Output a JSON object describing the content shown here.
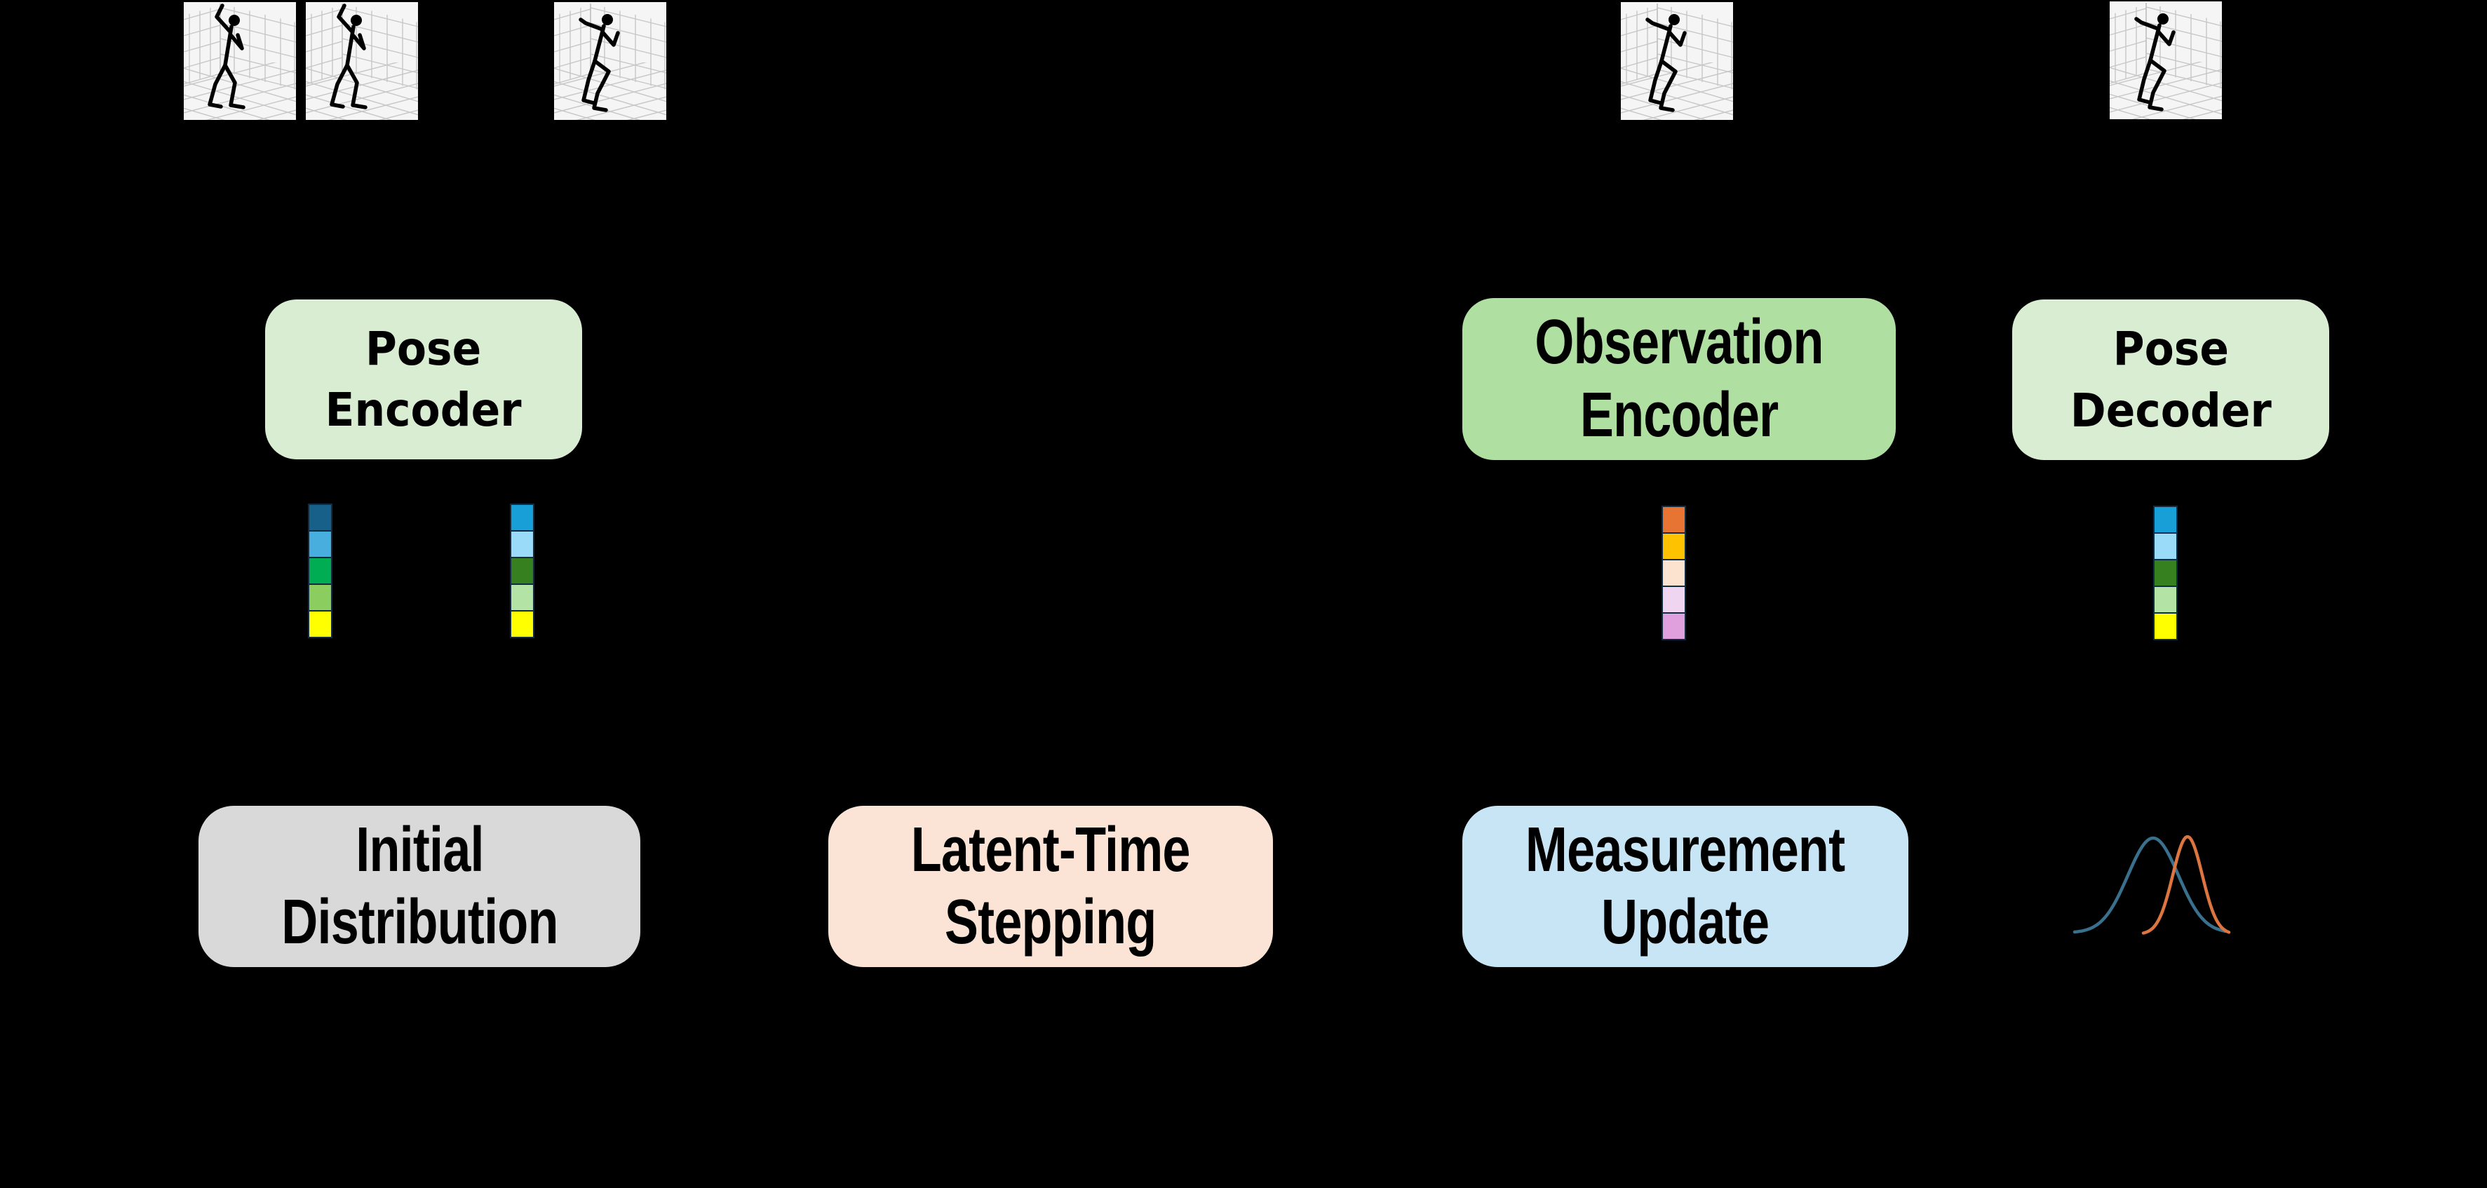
{
  "figure": {
    "background": "#000000"
  },
  "boxes": {
    "pose_encoder": {
      "label": "Pose\nEncoder",
      "fill": "#d8edd1"
    },
    "initial_distribution": {
      "label": "Initial\nDistribution",
      "fill": "#d9d9d9"
    },
    "latent_time_stepping": {
      "label": "Latent-Time\nStepping",
      "fill": "#fbe4d5"
    },
    "observation_encoder": {
      "label": "Observation\nEncoder",
      "fill": "#afe0a2"
    },
    "measurement_update": {
      "label": "Measurement\nUpdate",
      "fill": "#c7e5f4"
    },
    "pose_decoder": {
      "label": "Pose\nDecoder",
      "fill": "#d8edd1"
    }
  },
  "latent_bars": [
    {
      "id": "pose-latent-bar-1",
      "cells": [
        "#17608a",
        "#47aede",
        "#00ad52",
        "#8ccd60",
        "#ffff00"
      ]
    },
    {
      "id": "pose-latent-bar-2",
      "cells": [
        "#189fd8",
        "#99dbf8",
        "#37801f",
        "#b3e3a5",
        "#ffff00"
      ]
    },
    {
      "id": "observation-latent-bar",
      "cells": [
        "#e77433",
        "#fec200",
        "#fbe3cf",
        "#efd5f0",
        "#dfa0dd"
      ]
    },
    {
      "id": "decoded-latent-bar",
      "cells": [
        "#189fd8",
        "#99dbf8",
        "#37801f",
        "#b3e3a5",
        "#ffff00"
      ]
    }
  ],
  "bar_border_color": "#0f2c44",
  "pose_panels": [
    {
      "variant": "dance"
    },
    {
      "variant": "dance"
    },
    {
      "variant": "crouch"
    },
    {
      "variant": "crouch"
    },
    {
      "variant": "crouch"
    }
  ],
  "panel_style": {
    "background": "#f5f5f5",
    "grid_color": "#c7c7c7",
    "corner_color": "#bdbdbd",
    "skeleton_color": "#000000"
  },
  "distribution_plot": {
    "curves": [
      {
        "name": "blue-gaussian",
        "color": "#39708e",
        "mean": 120,
        "sigma": 36,
        "peak_y": 12,
        "base_y": 147,
        "x_range": [
          8,
          224
        ]
      },
      {
        "name": "orange-gaussian",
        "color": "#dd7540",
        "mean": 169,
        "sigma": 21,
        "peak_y": 10,
        "base_y": 149,
        "x_range": [
          106,
          229
        ]
      }
    ]
  }
}
